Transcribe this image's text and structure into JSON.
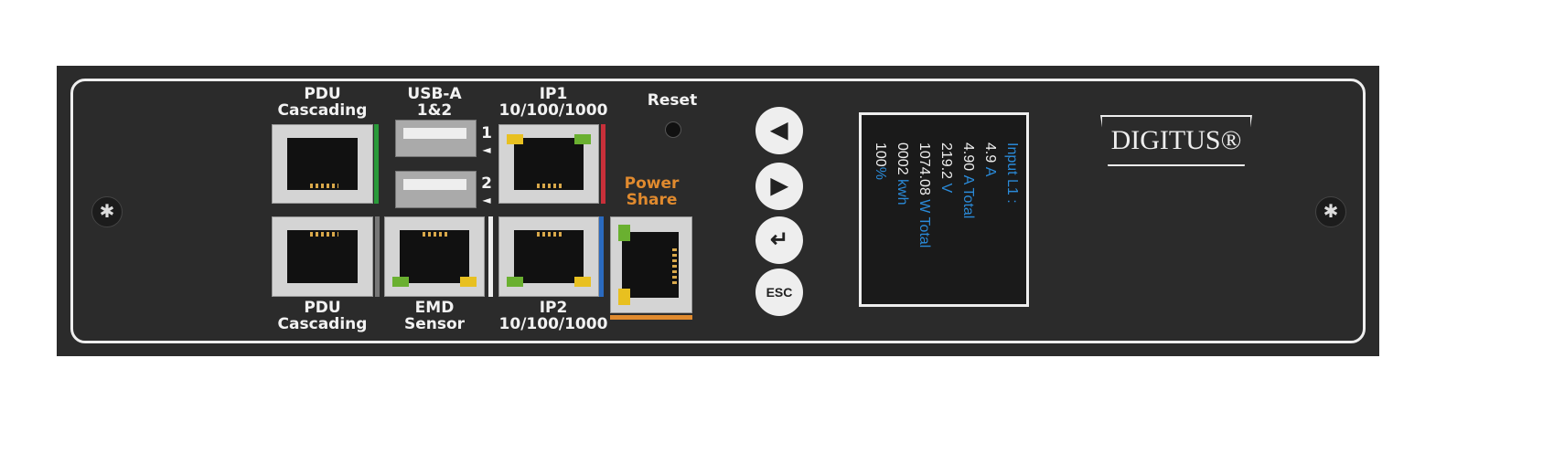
{
  "labels": {
    "pdu_top": [
      "PDU",
      "Cascading"
    ],
    "usb": [
      "USB-A",
      "1&2"
    ],
    "ip1": [
      "IP1",
      "10/100/1000"
    ],
    "reset": "Reset",
    "power_share": [
      "Power",
      "Share"
    ],
    "pdu_bottom": [
      "PDU",
      "Cascading"
    ],
    "emd": [
      "EMD",
      "Sensor"
    ],
    "ip2": [
      "IP2",
      "10/100/1000"
    ],
    "usb1": "1",
    "usb2": "2",
    "arrow": "◄"
  },
  "buttons": {
    "left": "◀",
    "right": "▶",
    "enter": "↵",
    "esc": "ESC"
  },
  "display": {
    "title": "Input L1 :",
    "lines": [
      {
        "v": "4.9",
        "u": "A"
      },
      {
        "v": "4.90",
        "u": "A Total"
      },
      {
        "v": "219.2",
        "u": "V"
      },
      {
        "v": "1074.08",
        "u": "W Total"
      },
      {
        "v": "0002",
        "u": "kwh"
      },
      {
        "v": "100",
        "u": "%"
      }
    ]
  },
  "brand": "DIGITUS®",
  "colors": {
    "panel": "#2b2b2b",
    "accent_orange": "#e08a2e",
    "display_blue": "#2a8ad8"
  }
}
